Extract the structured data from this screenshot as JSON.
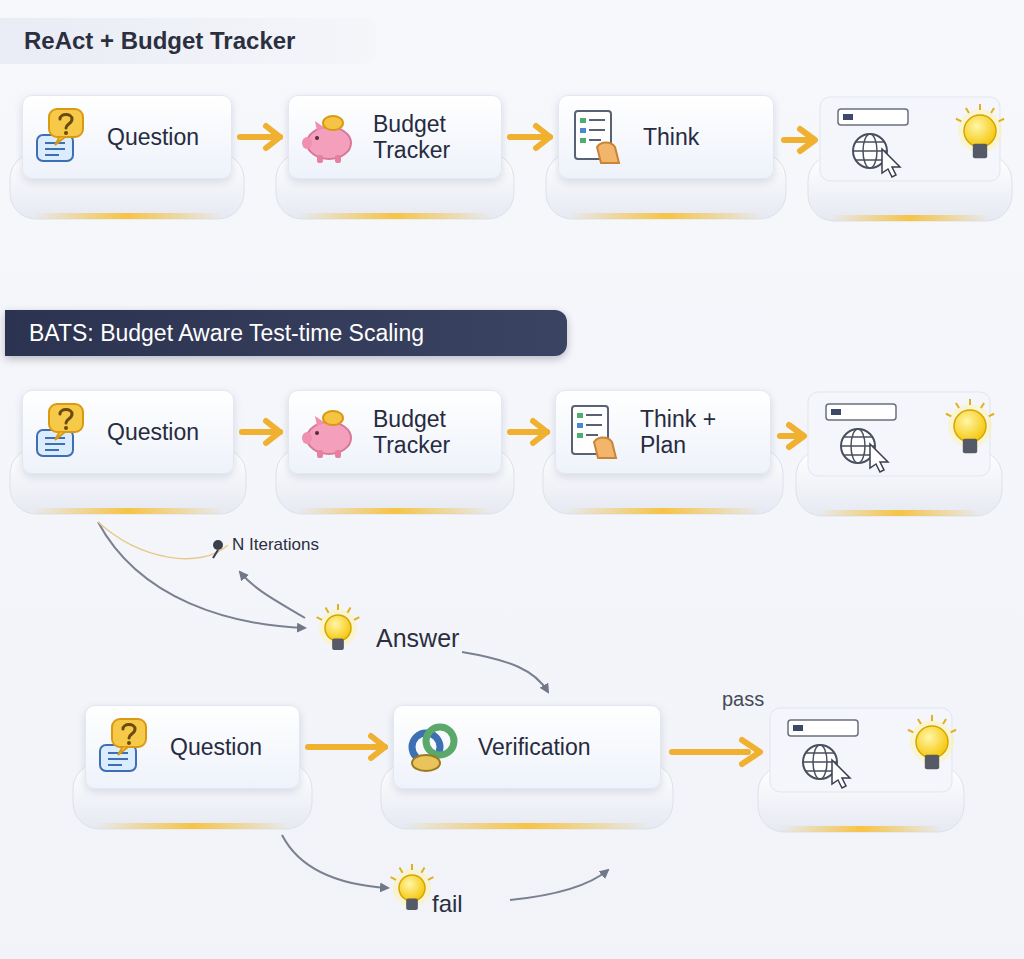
{
  "diagram": {
    "nodes": [
      {
        "text": [
          "ReAct + Budget Tracker"
        ]
      },
      {
        "text": [
          "Question"
        ]
      },
      {
        "text": [
          "Budget Tracker"
        ]
      },
      {
        "text": [
          "Think"
        ]
      },
      {
        "text": [
          "BATS: Budget Aware Test-time Scaling"
        ]
      },
      {
        "text": [
          "Question"
        ]
      },
      {
        "text": [
          "Budget Tracker"
        ]
      },
      {
        "text": [
          "Think + Plan"
        ]
      },
      {
        "text": [
          "Question"
        ]
      },
      {
        "text": [
          "Verification"
        ]
      }
    ],
    "edges": [
      {
        "from": 1,
        "to": 2,
        "arrow": "to"
      },
      {
        "from": 2,
        "to": 3,
        "arrow": "to"
      },
      {
        "from": 5,
        "to": 6,
        "arrow": "to"
      },
      {
        "from": 6,
        "to": 7,
        "arrow": "to"
      },
      {
        "from": 8,
        "to": 9,
        "arrow": "to"
      }
    ],
    "labels": [
      "N Iterations",
      "Answer",
      "pass",
      "fail"
    ]
  }
}
